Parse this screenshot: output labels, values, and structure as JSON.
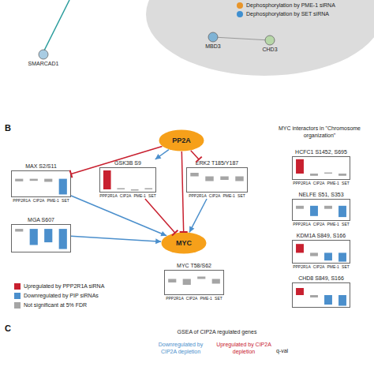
{
  "diagram": {
    "nodes": [
      {
        "text": [
          "MBD3"
        ]
      },
      {
        "text": [
          "CHD3"
        ]
      },
      {
        "text": [
          "SMARCAD1"
        ]
      },
      {
        "text": [
          "PP2A"
        ]
      },
      {
        "text": [
          "MAX S2/S11",
          "PPP2R1A CIP2A PME-1 SET"
        ]
      },
      {
        "text": [
          "GSK3B S9",
          "PPP2R1A CIP2A PME-1 SET"
        ]
      },
      {
        "text": [
          "ERK2 T185/Y187",
          "PPP2R1A CIP2A PME-1 SET"
        ]
      },
      {
        "text": [
          "HCFC1 S1452, S695",
          "PPP2R1A CIP2A PME-1 SET"
        ]
      },
      {
        "text": [
          "NELFE S51, S353",
          "PPP2R1A CIP2A PME-1 SET"
        ]
      },
      {
        "text": [
          "MGA S607"
        ]
      },
      {
        "text": [
          "MYC"
        ]
      },
      {
        "text": [
          "KDM1A S849, S166",
          "PPP2R1A CIP2A PME-1 SET"
        ]
      },
      {
        "text": [
          "MYC T58/S62",
          "PPP2R1A CIP2A PME-1 SET"
        ]
      },
      {
        "text": [
          "CHD8 S849, S166"
        ]
      }
    ],
    "edges": [
      {
        "from": 3,
        "to": 4,
        "arrow": "to"
      },
      {
        "from": 3,
        "to": 5,
        "arrow": "to"
      },
      {
        "from": 3,
        "to": 6,
        "arrow": "to"
      },
      {
        "from": 3,
        "to": 10,
        "arrow": "to"
      },
      {
        "from": 4,
        "to": 10,
        "arrow": "to"
      },
      {
        "from": 9,
        "to": 10,
        "arrow": "to"
      },
      {
        "from": 5,
        "to": 10,
        "arrow": "to"
      },
      {
        "from": 6,
        "to": 10,
        "arrow": "to"
      }
    ],
    "labels": [
      "B",
      "MYC interactors in \"Chromosome organization\"",
      "C",
      "GSEA of CIP2A regulated genes",
      "Downregulated by CIP2A depletion",
      "Upregulated by CIP2A depletion",
      "q-val"
    ],
    "legend": [
      {
        "text": "Dephosphorylation by PME-1 siRNA",
        "color": "#e8952a"
      },
      {
        "text": "Dephosphorylation by SET siRNA",
        "color": "#3f8fd0"
      },
      {
        "text": "Upregulated by PPP2R1A siRNA",
        "color": "#c8202f"
      },
      {
        "text": "Downregulated by PIP siRNAs",
        "color": "#4b8fcc"
      },
      {
        "text": "Not significant at 5% FDR",
        "color": "#a5a5a5"
      }
    ]
  }
}
